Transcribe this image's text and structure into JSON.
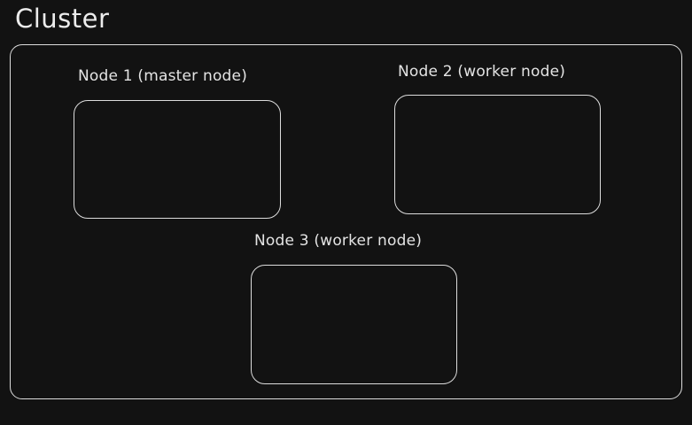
{
  "cluster": {
    "title": "Cluster"
  },
  "nodes": [
    {
      "label": "Node 1 (master node)"
    },
    {
      "label": "Node 2 (worker node)"
    },
    {
      "label": "Node 3 (worker node)"
    }
  ],
  "colors": {
    "background": "#121212",
    "stroke": "#dcdcdc",
    "text": "#e8e8e8"
  }
}
